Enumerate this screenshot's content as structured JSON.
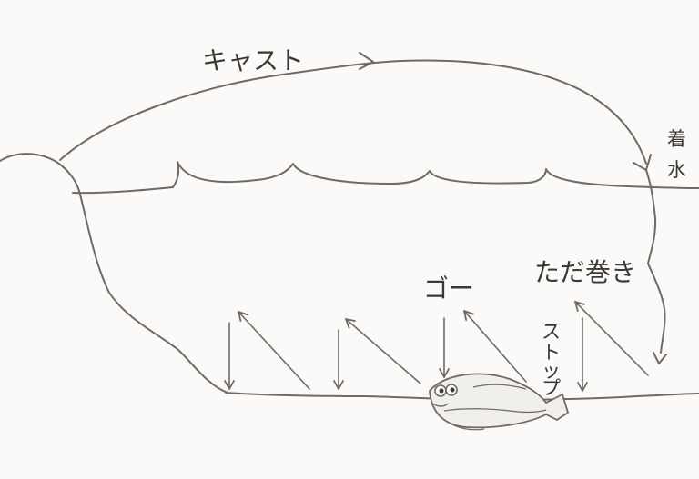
{
  "labels": {
    "cast": "キャスト",
    "splash": [
      "着",
      "水"
    ],
    "retrieve": "ただ巻き",
    "go": "ゴー",
    "stop": [
      "ス",
      "ト",
      "ッ",
      "プ"
    ]
  },
  "icons": {
    "fish": "flatfish-icon"
  },
  "colors": {
    "ink": "#6f6a66",
    "paper": "#fbfaf8",
    "text": "#3a3734"
  }
}
